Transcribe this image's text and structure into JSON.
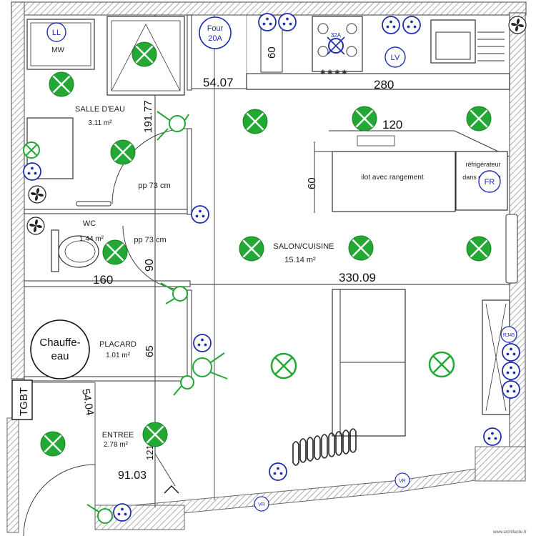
{
  "rooms": {
    "salle_detau": {
      "name": "SALLE D'EAU",
      "area": "3.11 m²"
    },
    "wc": {
      "name": "WC",
      "area": "1.44 m²"
    },
    "salon_cuisine": {
      "name": "SALON/CUISINE",
      "area": "15.14 m²"
    },
    "placard": {
      "name": "PLACARD",
      "area": "1.01 m²"
    },
    "entree": {
      "name": "ENTREE",
      "area": "2.78 m²"
    }
  },
  "dimensions": {
    "d1": "54.07",
    "d2": "280",
    "d3": "120",
    "d4": "60",
    "d5": "60",
    "d6": "191.77",
    "d7": "90",
    "d8": "160",
    "d9": "330.09",
    "d10": "65",
    "d11": "54.04",
    "d12": "91.03",
    "d13": "121.9"
  },
  "labels": {
    "pp1": "pp 73 cm",
    "pp2": "pp 73 cm",
    "island": "ilot avec rangement",
    "fridge_line1": "réfrigérateur",
    "fridge_line2": "dans colonne",
    "tgbt": "TGBT",
    "chauffe_line1": "Chauffe-",
    "chauffe_line2": "eau",
    "four_line1": "Four",
    "four_line2": "20A",
    "ll": "LL",
    "lv": "LV",
    "fr": "FR",
    "mw": "MW",
    "amp32": "32A",
    "rj45": "RJ45",
    "vr1": "VR",
    "vr2": "VR",
    "watermark": "www.archifacile.fr"
  },
  "colors": {
    "light_green": "#22a833",
    "outlet_blue": "#1f2fb0",
    "wall": "#777777"
  }
}
